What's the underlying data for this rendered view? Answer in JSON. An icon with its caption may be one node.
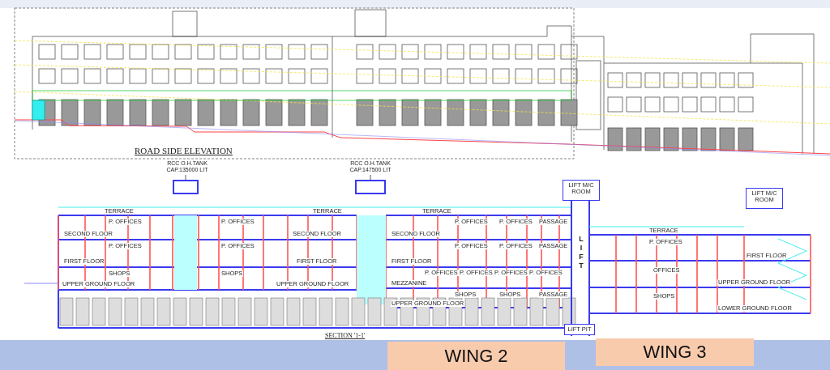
{
  "diagram": {
    "nodes": [
      {
        "text": [
          "RCC O.H.TANK CAP.135000 LIT"
        ]
      },
      {
        "text": [],
        "shape": "box"
      },
      {
        "text": [
          "RCC O.H.TANK CAP.147500 LIT"
        ]
      },
      {
        "text": [],
        "shape": "box"
      },
      {
        "text": [
          "LIFT M/C ROOM"
        ]
      },
      {
        "text": [
          "LIFT M/C ROOM"
        ]
      },
      {
        "text": [
          "L I F T"
        ]
      },
      {
        "text": [
          "LIFT PIT"
        ]
      },
      {
        "text": [
          "WING 2"
        ]
      },
      {
        "text": [
          "WING 3"
        ]
      }
    ],
    "edges": [
      {
        "from": 0,
        "to": 1,
        "arrow": "none"
      },
      {
        "from": 2,
        "to": 3,
        "arrow": "none"
      }
    ],
    "labels": [
      "ROAD SIDE ELEVATION",
      "TERRACE",
      "TERRACE",
      "TERRACE",
      "TERRACE",
      "P. OFFICES",
      "P. OFFICES",
      "P. OFFICES",
      "P. OFFICES",
      "PASSAGE",
      "SECOND FLOOR",
      "SECOND FLOOR",
      "SECOND FLOOR",
      "P. OFFICES",
      "P. OFFICES",
      "P. OFFICES",
      "P. OFFICES",
      "PASSAGE",
      "P. OFFICES",
      "FIRST FLOOR",
      "FIRST FLOOR",
      "FIRST FLOOR",
      "FIRST FLOOR",
      "P. OFFICES",
      "P. OFFICES",
      "MEZZANINE",
      "P. OFFICES",
      "P. OFFICES",
      "OFFICES",
      "UPPER GROUND FLOOR",
      "SHOPS",
      "SHOPS",
      "UPPER GROUND FLOOR",
      "UPPER GROUND FLOOR",
      "SHOPS",
      "SHOPS",
      "PASSAGE",
      "SHOPS",
      "UPPER GROUND FLOOR",
      "LOWER GROUND FLOOR",
      "SECTION '1-1'"
    ]
  }
}
